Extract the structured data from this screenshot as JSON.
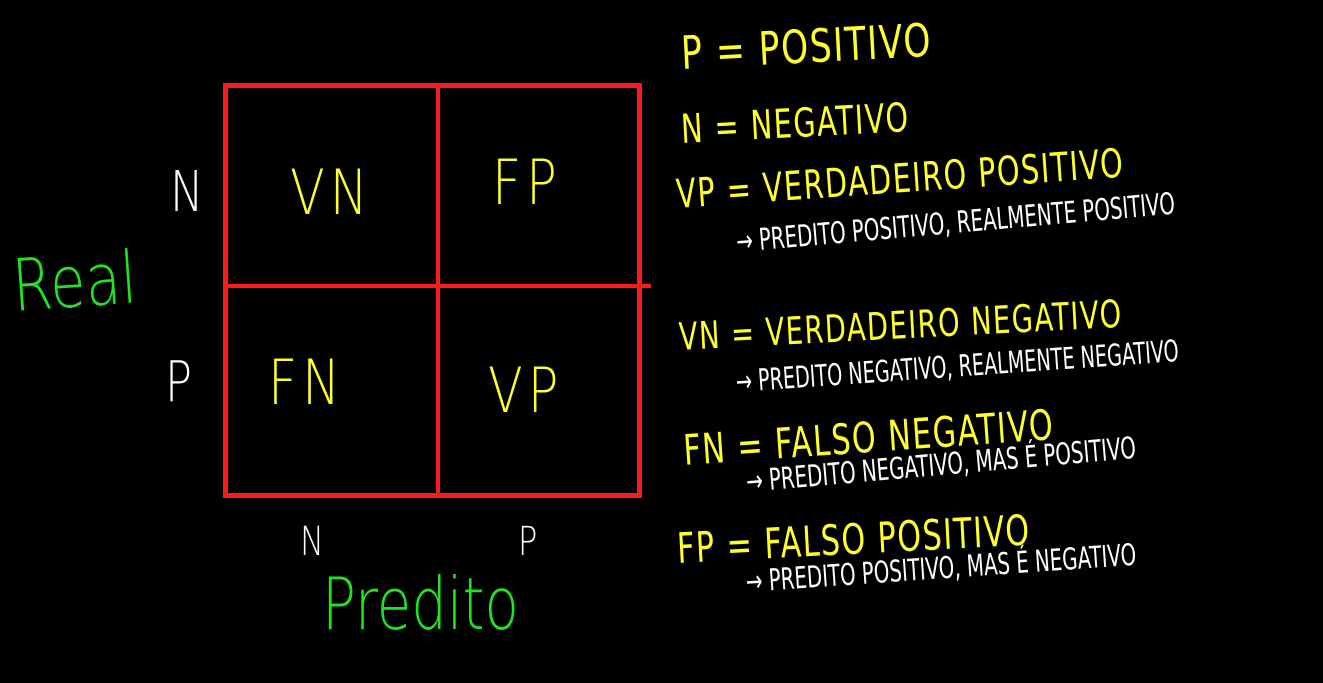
{
  "diagram": {
    "axis": {
      "real_label": "Real",
      "predito_label": "Predito",
      "row_labels": [
        "N",
        "P"
      ],
      "col_labels": [
        "N",
        "P"
      ]
    },
    "cells": [
      {
        "label": "VN"
      },
      {
        "label": "FP"
      },
      {
        "label": "FN"
      },
      {
        "label": "VP"
      }
    ],
    "definitions": {
      "p": "P = POSITIVO",
      "n": "N = NEGATIVO",
      "vp_title": "VP = VERDADEIRO POSITIVO",
      "vp_desc": "→ PREDITO POSITIVO, REALMENTE POSITIVO",
      "vn_title": "VN = VERDADEIRO NEGATIVO",
      "vn_desc": "→ PREDITO NEGATIVO, REALMENTE NEGATIVO",
      "fn_title": "FN = FALSO NEGATIVO",
      "fn_desc": "→ PREDITO NEGATIVO, MAS É POSITIVO",
      "fp_title": "FP = FALSO POSITIVO",
      "fp_desc": "→ PREDITO POSITIVO, MAS É NEGATIVO"
    },
    "colors": {
      "background": "#000000",
      "grid": "#ff1a1a",
      "cell_text": "#ffff2e",
      "axis_tick_text": "#ffffff",
      "axis_title_text": "#1ee61e",
      "definition_text": "#ffffff"
    }
  }
}
